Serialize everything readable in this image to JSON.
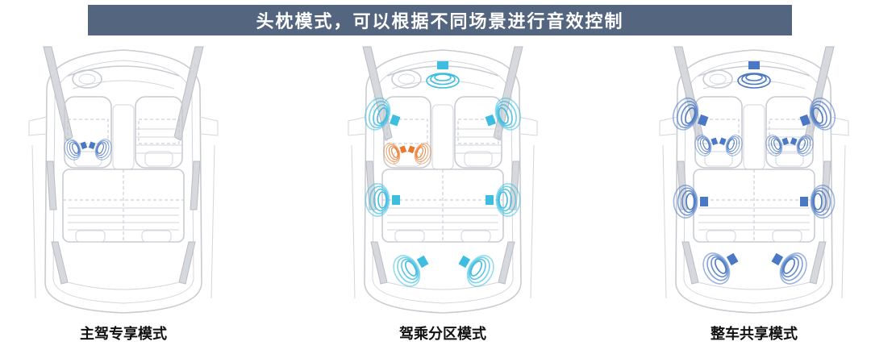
{
  "title": "头枕模式，可以根据不同场景进行音效控制",
  "colors": {
    "banner_bg": "#54657f",
    "driver_blue": "#4a78c4",
    "zone_cyan": "#3dbde0",
    "zone_orange": "#e6792e",
    "all_blue": "#4a78c4"
  },
  "panels": [
    {
      "caption": "主驾专享模式",
      "scheme": "driver"
    },
    {
      "caption": "驾乘分区模式",
      "scheme": "zone"
    },
    {
      "caption": "整车共享模式",
      "scheme": "all"
    }
  ]
}
